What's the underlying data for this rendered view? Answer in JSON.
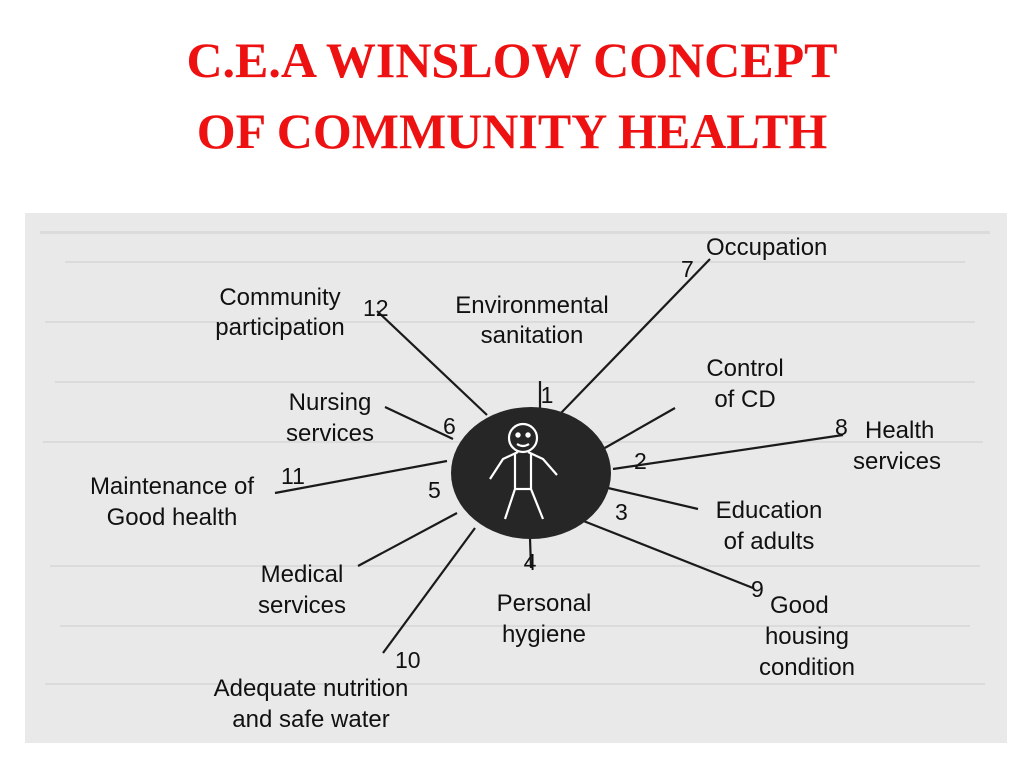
{
  "title": {
    "line1": "C.E.A WINSLOW CONCEPT",
    "line2": "OF COMMUNITY HEALTH",
    "color": "#ee1111"
  },
  "diagram": {
    "center_icon": "person-icon",
    "nodes": [
      {
        "num": "1",
        "lines": [
          "Environmental",
          "sanitation"
        ]
      },
      {
        "num": "2",
        "lines": [
          "Control",
          "of CD"
        ]
      },
      {
        "num": "3",
        "lines": [
          "Education",
          "of adults"
        ]
      },
      {
        "num": "4",
        "lines": [
          "Personal",
          "hygiene"
        ]
      },
      {
        "num": "5",
        "lines": [
          "Medical",
          "services"
        ]
      },
      {
        "num": "6",
        "lines": [
          "Nursing",
          "services"
        ]
      },
      {
        "num": "7",
        "lines": [
          "Occupation"
        ]
      },
      {
        "num": "8",
        "lines": [
          "Health",
          "services"
        ]
      },
      {
        "num": "9",
        "lines": [
          "Good",
          "housing",
          "condition"
        ]
      },
      {
        "num": "10",
        "lines": [
          "Adequate nutrition",
          "and safe water"
        ]
      },
      {
        "num": "11",
        "lines": [
          "Maintenance of",
          "Good health"
        ]
      },
      {
        "num": "12",
        "lines": [
          "Community",
          "participation"
        ]
      }
    ]
  }
}
